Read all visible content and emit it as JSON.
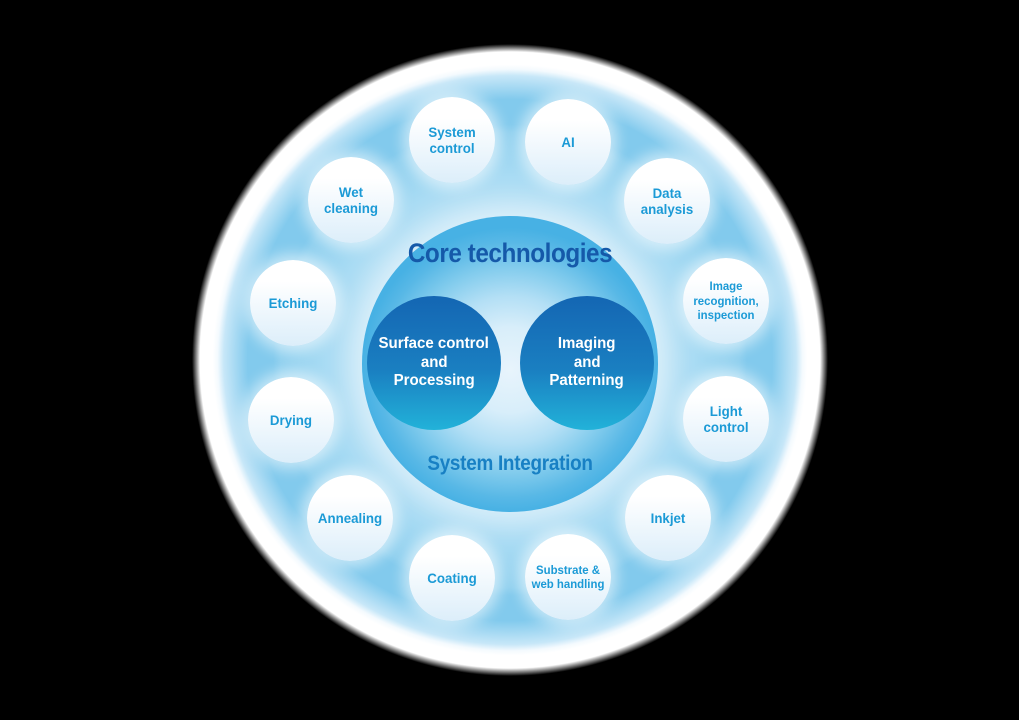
{
  "diagram": {
    "title": "Core technologies",
    "subtitle": "System Integration",
    "core_circles": [
      {
        "name": "surface-control-and-processing",
        "lines": [
          "Surface control",
          "and",
          "Processing"
        ]
      },
      {
        "name": "imaging-and-patterning",
        "lines": [
          "Imaging",
          "and",
          "Patterning"
        ]
      }
    ],
    "satellites": [
      {
        "label": "System control"
      },
      {
        "label": "AI"
      },
      {
        "label": "Data analysis"
      },
      {
        "label": "Image recognition, inspection"
      },
      {
        "label": "Light control"
      },
      {
        "label": "Inkjet"
      },
      {
        "label": "Substrate & web handling"
      },
      {
        "label": "Coating"
      },
      {
        "label": "Annealing"
      },
      {
        "label": "Drying"
      },
      {
        "label": "Etching"
      },
      {
        "label": "Wet cleaning"
      }
    ],
    "colors": {
      "background": "#000000",
      "title_text": "#1559A9",
      "subtitle_text": "#1880C4",
      "satellite_text": "#1B9AD6",
      "satellite_fill_bottom": "#DCEEFA",
      "ring_blue": "#82CAED",
      "inner_circle_rim": "#47B1E4",
      "core_circle_gradient_top": "#1466B3",
      "core_circle_gradient_bottom": "#22B2D9",
      "core_circle_text": "#FFFFFF"
    }
  }
}
